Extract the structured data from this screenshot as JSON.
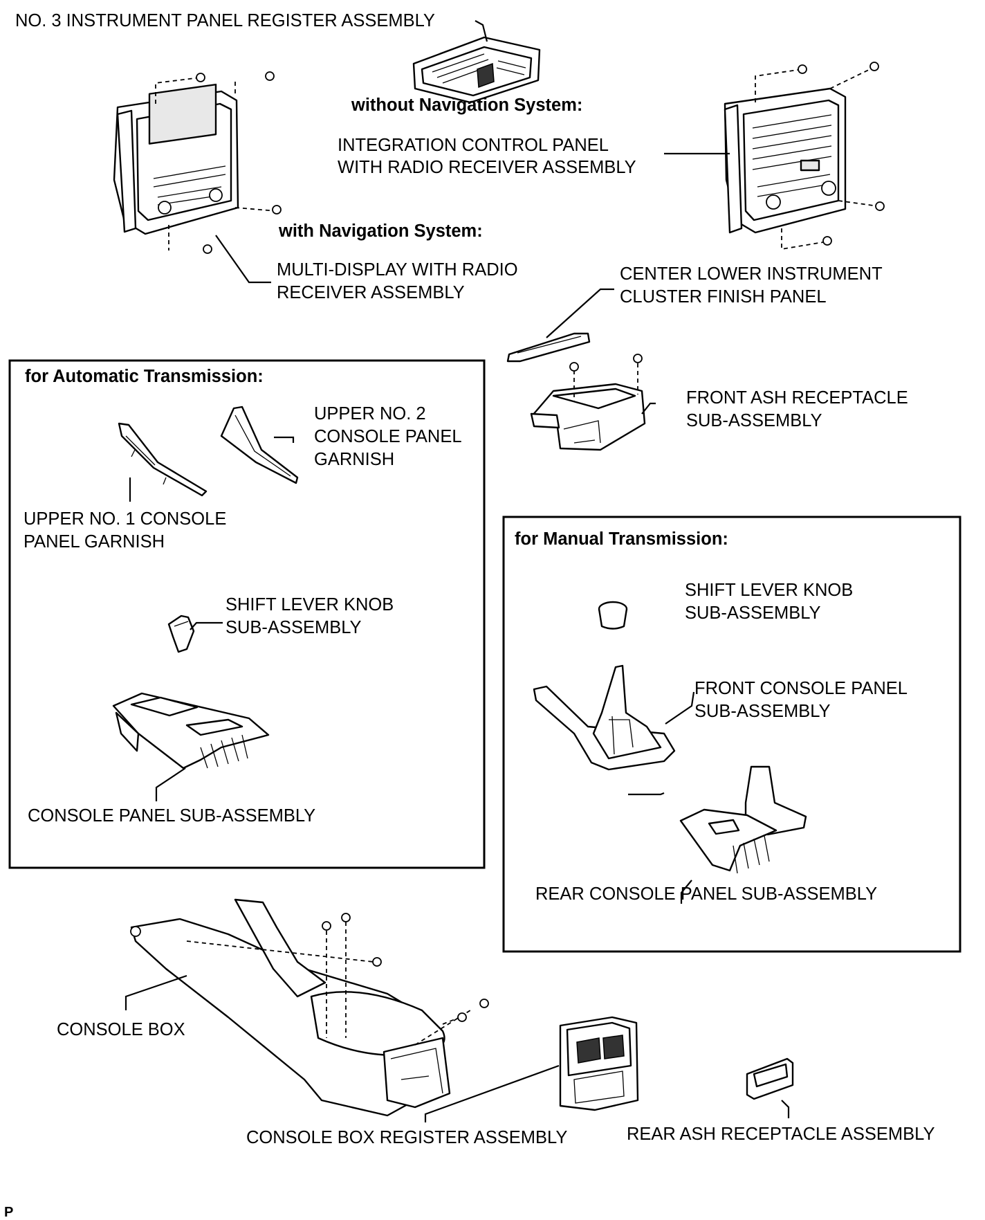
{
  "labels": {
    "register3": "NO. 3 INSTRUMENT PANEL REGISTER ASSEMBLY",
    "without_nav": "without Navigation System:",
    "integration_1": "INTEGRATION CONTROL PANEL",
    "integration_2": "WITH RADIO RECEIVER ASSEMBLY",
    "with_nav": "with Navigation System:",
    "multidisplay_1": "MULTI-DISPLAY WITH RADIO",
    "multidisplay_2": "RECEIVER ASSEMBLY",
    "center_lower_1": "CENTER LOWER INSTRUMENT",
    "center_lower_2": "CLUSTER FINISH PANEL",
    "auto_trans": "for Automatic Transmission:",
    "upper2_1": "UPPER NO. 2",
    "upper2_2": "CONSOLE PANEL",
    "upper2_3": "GARNISH",
    "front_ash_1": "FRONT ASH RECEPTACLE",
    "front_ash_2": "SUB-ASSEMBLY",
    "upper1_1": "UPPER NO. 1 CONSOLE",
    "upper1_2": "PANEL GARNISH",
    "manual_trans": "for Manual Transmission:",
    "shift_auto_1": "SHIFT LEVER KNOB",
    "shift_auto_2": "SUB-ASSEMBLY",
    "shift_manual_1": "SHIFT LEVER KNOB",
    "shift_manual_2": "SUB-ASSEMBLY",
    "front_console_1": "FRONT CONSOLE PANEL",
    "front_console_2": "SUB-ASSEMBLY",
    "console_panel": "CONSOLE PANEL SUB-ASSEMBLY",
    "rear_console": "REAR CONSOLE PANEL SUB-ASSEMBLY",
    "console_box": "CONSOLE BOX",
    "console_register": "CONSOLE BOX REGISTER ASSEMBLY",
    "rear_ash": "REAR ASH RECEPTACLE ASSEMBLY",
    "corner_mark": "P"
  }
}
